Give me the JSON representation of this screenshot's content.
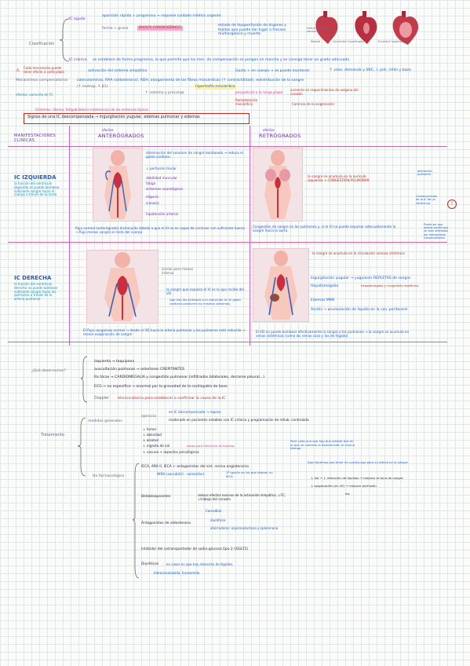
{
  "top": {
    "ic_aguda": "IC aguda",
    "aguda_desc": "aparición rápida + progresiva → requiere cuidado médico urgente",
    "forma_grave": "forma + grave",
    "shock": "SHOCK CARDIOGÉNICO",
    "shock_desc": "estado de hipoperfusión de órganos y tejidos que puede dar lugar a fracaso multiorgánico y muerte",
    "clasificacion": "Clasificación",
    "ic_cronica": "IC crónica",
    "cronica_desc": "se establece de forma progresiva, lo que permite que los mec. de compensación se pongan en marcha y se consiga tener un grado adecuado",
    "heart_labels": [
      "Ventrículo izquierdo normal",
      "Normal",
      "Concentric hypertrophy",
      "Eccentric hypertrophy"
    ]
  },
  "comp": {
    "warn": "Cada mecanismo puede tener efecto a corto plazo",
    "mecanismos": "Mecanismos compensatorios",
    "mec_list": "catecolaminas, RAA (aldosterona), ADH, alargamiento de las fibras miocárdicas (↑ contractilidad), redistribución de la sangre",
    "sublist": "(↑ inotrop, ↑ β1)",
    "act_simp": "activación del sistema simpático",
    "gasto": "Gasto + en cuerpo → se puede mantener",
    "taquicardia": "↑ volemia y precarga",
    "hipertrofia": "hipertrofia miocárdica",
    "vaso": "↑ vaso: demanda y SNC, ↓ piel, riñón y bazo",
    "efectos": "efectos nocivos a largo plazo",
    "largo_plazo": "perjudicial a la larga plazo",
    "remodelado": "Remodelación miocárdica",
    "aumento": "aumento en requerimientos de oxígeno del corazón",
    "carenc": "Carencia de la oxigenación",
    "left_note": "efectos: aumento de FC"
  },
  "signos": {
    "pink_line": "Síntomas: disnea, fatigabilidad e intolerancia de los síntomas típicos",
    "box": "Signos de una IC descompensada → ingurgitación yugular, edemas pulmonar y edemas"
  },
  "grid": {
    "manif": "MANIFESTACIONES CLÍNICAS",
    "anter_small": "efectos",
    "anter": "ANTERÓGRADOS",
    "retro_small": "efectos",
    "retro": "RETRÓGRADOS",
    "izq_title": "IC IZQUIERDA",
    "izq_desc": "la función del ventrículo izquierdo no puede bombear suficiente sangre hacia el cuerpo a través de la aorta",
    "der_title": "IC DERECHA",
    "der_desc": "la función del ventrículo derecho no puede bombear suficiente sangre hacia los pulmones a través de la arteria pulmonar"
  },
  "izq": {
    "anter_items": [
      "disminución del volumen de sangre bombeado → reduce el gasto cardiaco",
      "↓ perfusión tisular",
      "debilidad muscular",
      "fatiga",
      "síntomas neurológicos",
      "oliguria",
      "cianosis",
      "hipotensión arterial"
    ],
    "retro_text": "la sangre se acumula en la aurícula izquierda → CONGESTIÓN PULMONAR",
    "flujo": "flujo normal (anterógrado) disminuido debido a que el VI no es capaz de contraer con suficiente fuerza → flujo menos sangre al resto del cuerpo",
    "congest": "Congestión de sangre en los pulmones y, si el VI no puede expulsar adecuadamente la sangre hacia la aorta",
    "side_top": "afectación pulmonar",
    "side_mid": "Consecuencias de la IC de un ventrículo",
    "side_bottom": "Puede ser que ambos ventrículos se vean afectados por mecanismos compensatorios",
    "warn": "!"
  },
  "der": {
    "flecha": "similar pero menos intenso",
    "anter_item": "la sangre que expulsa el VI es la que recibe del VD",
    "anter_sub": "(por eso los síntomas o la reducción en el gasto cardiaco producen los mismos síntomas)",
    "retro_head": "la sangre se acumula en la circulación venosa sistémica",
    "items": [
      "Ingurgitación yugular → yugulares REPLETAS de sangre",
      "Hepatomegalia",
      "Edemas MMII",
      "Ascitis → acumulación de líquido en la cav. peritoneal"
    ],
    "hepato_note": "hepatomegalia y congestión esplénica",
    "flujo": "El flujo sanguíneo normal → desde el VD hacia la arteria pulmonar y los pulmones está reducido → menor oxigenación de sangre",
    "retro_text": "El VD no puede bombear efectivamente la sangre a los pulmones → la sangre se acumula en venas sistémicas (como las venas cava y las de hígado)"
  },
  "observar": {
    "q": "¿Qué observamos?",
    "items": [
      "Izquierda → taquipnea",
      "auscultación pulmonar → estertores CREPITANTES",
      "Rx tórax → CARDIOMEGALIA y congestión pulmonar (infiltrados bilaterales, derrame pleural...)",
      "ECG → no específico → anormal por la gravedad de la cardiopatía de base"
    ],
    "doppler": "Doppler",
    "doppler_desc": "técnica básica para establecer o confirmar la causa de la IC"
  },
  "tratamiento": {
    "title": "Tratamiento",
    "medidas": "medidas generales",
    "ejercicio": "ejercicio",
    "ejercicio_desc": "moderado en pacientes estables con IC crónica y programación de rehab. controlada",
    "ejercicio_note": "en IC descompensada → reposo",
    "list": [
      "↓ fumar",
      "↓ obesidad",
      "↓ alcohol",
      "↓ ingesta de sal",
      "↓ vacuna + aspectos psicológicos"
    ],
    "sal_note": "sodio para retención de líquidos",
    "farma": "tto farmacológico",
    "ieca": "IECA, ARA II, IECA + antagonistas del sist. renina angiotensina",
    "inra": "INRA (sacubitril - valsartán)",
    "inra_note": "1ª opción en los que toleran un IECA",
    "beta": "Betabloqueantes",
    "beta_desc": "reduce efectos nocivos de la activación simpática, ↓FC, ↓trabajo del corazón",
    "beta_ej": "Carvedilol",
    "antag": "Antagonistas de aldosterona",
    "antag_1": "diuréticos",
    "antag_2": "ahorradores: espironolactona y eplerenona",
    "isglt": "Inhibidor del cotransportador de sodio-glucosa tipo 2 (iSGLT2)",
    "diureticos": "Diuréticos",
    "diur_desc": "en casos en que hay retención de líquidos",
    "diur_sub": "hidroclorotiazida, furosemida",
    "note_green": "Para cada uno que hay que prestar dos en el que se controle la hipertensión al mismo tiempo",
    "right_note": "Aquí tenemos que tener en cuenta que para su efecto en la sangre",
    "right_1": "↓ Sal → ↓ retención de líquidos → mejorar el tono de sangre",
    "right_2": "↓ oxigenación (en VE) → mejorar perfusión",
    "right_3": "etc"
  }
}
